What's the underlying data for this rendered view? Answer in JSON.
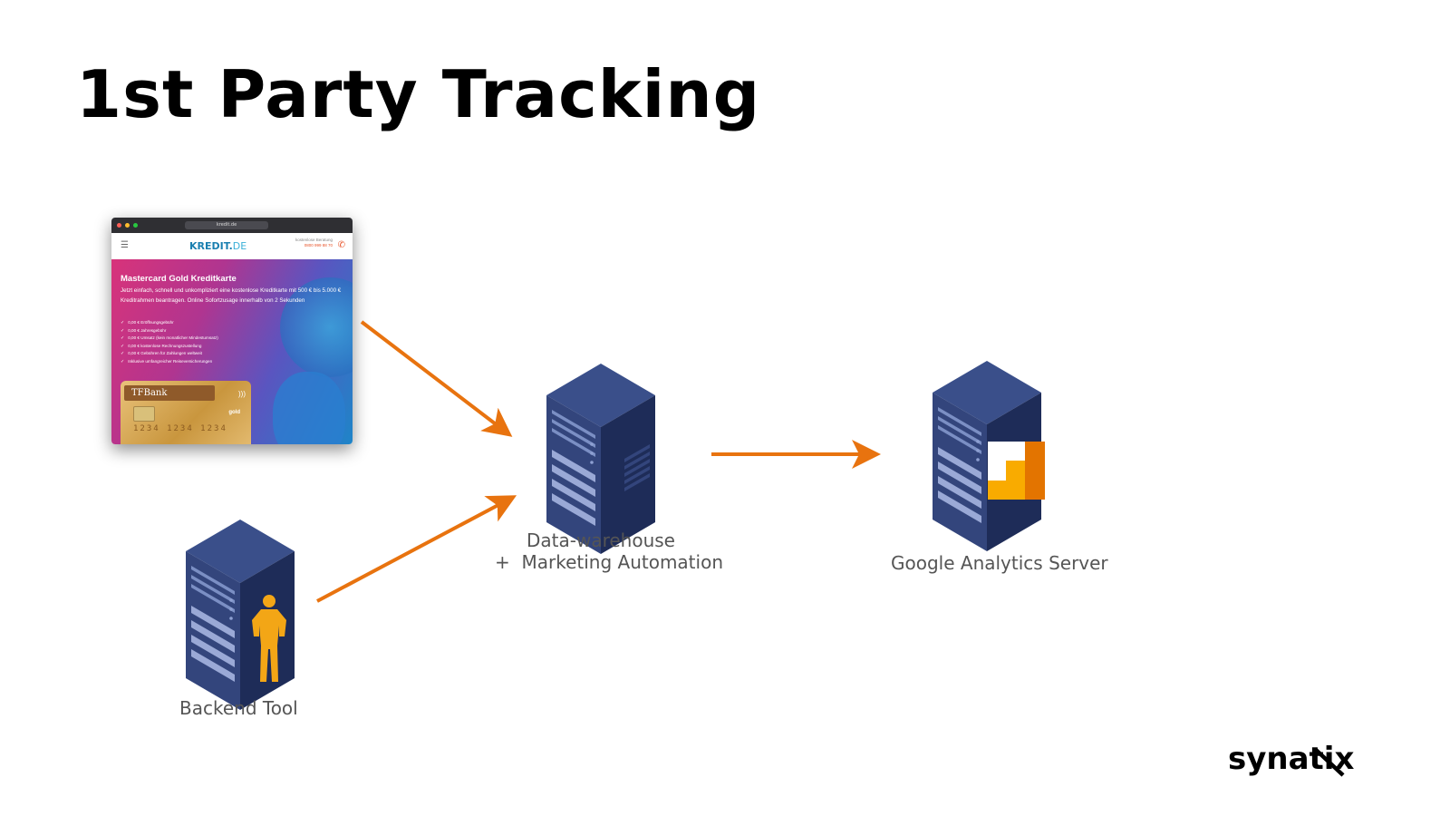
{
  "slide": {
    "title": "1st Party Tracking",
    "brand": "synatix"
  },
  "nodes": {
    "datawarehouse": {
      "line1": "Data-warehouse",
      "line2": "+  Marketing Automation"
    },
    "google_analytics": {
      "label": "Google Analytics Server"
    },
    "backend": {
      "label": "Backend Tool"
    }
  },
  "website": {
    "url": "kredit.de",
    "logo_main": "KREDIT.",
    "logo_suffix": "DE",
    "contact_label": "kostenlose Beratung",
    "contact_phone": "0800 999 88 70",
    "headline": "Mastercard Gold Kreditkarte",
    "description": "Jetzt einfach, schnell und unkompliziert eine kostenlose Kreditkarte mit 500 € bis 5.000 € Kreditrahmen beantragen. Online Sofortzusage innerhalb von 2 Sekunden",
    "features": [
      "0,00 € Eröffnungsgebühr",
      "0,00 € Jahresgebühr",
      "0,00 € Umsatz (kein monatlicher Mindestumsatz)",
      "0,00 € kostenlose Rechnungszustellung",
      "0,00 € Gebühren für Zahlungen weltweit",
      "Inklusive umfangreicher Reiseversicherungen"
    ],
    "card_bank": "TFBank",
    "card_tier": "gold",
    "card_number": "1234 1234 1234"
  },
  "colors": {
    "arrow": "#e8730f",
    "server_top": "#3a4f8a",
    "server_left": "#33457c",
    "server_right": "#1e2c58"
  }
}
